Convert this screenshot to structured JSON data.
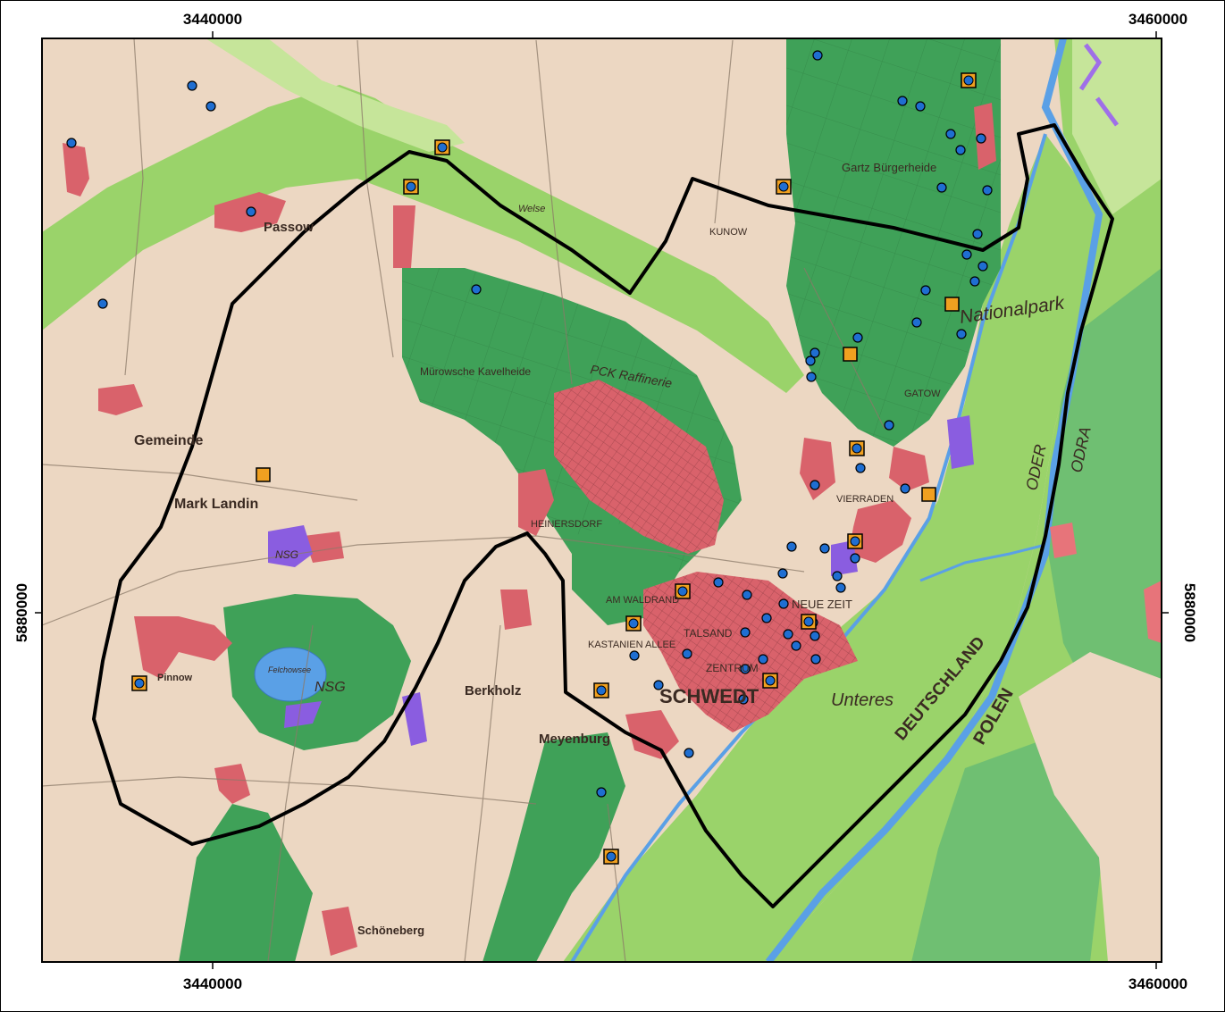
{
  "map": {
    "coordinates": {
      "top_left": "3440000",
      "top_right": "3460000",
      "bottom_left": "3440000",
      "bottom_right": "3460000",
      "left": "5880000",
      "right": "5880000"
    },
    "labels": {
      "national_park": "Nationalpark",
      "poland": "POLEN",
      "germany": "DEUTSCHLAND",
      "oder": "ODER",
      "odra": "ODRA",
      "schwedt": "SCHWEDT",
      "unteres": "Unteres",
      "pck": "PCK Raffinerie",
      "passow": "Passow",
      "gemeinde": "Gemeinde",
      "mark_landin": "Mark Landin",
      "berkholz": "Berkholz",
      "meyenburg": "Meyenburg",
      "nsg1": "NSG",
      "nsg2": "NSG",
      "schoneberg": "Schöneberg",
      "gartz": "Gartz Bürgerheide",
      "kunow": "KUNOW",
      "gatow": "GATOW",
      "vierraden": "VIERRADEN",
      "neue_zeit": "NEUE ZEIT",
      "am_waldrand": "AM WALDRAND",
      "zentrum": "ZENTRUM",
      "talsand": "TALSAND",
      "kastanien": "KASTANIEN ALLEE",
      "heinersdorf": "HEINERSDORF",
      "pinnow": "Pinnow",
      "felchowsee": "Felchowsee",
      "welse": "Welse",
      "murower": "Mürowsche Kavelheide"
    },
    "colors": {
      "background": "#ecd7c2",
      "settlement": "#d9626b",
      "forest": "#3fa158",
      "grassland": "#9ad36a",
      "light_green": "#c6e59a",
      "water": "#5aa0e6",
      "nature_reserve": "#8a5de0",
      "boundary": "#000000",
      "point": "#1f6ed1",
      "square": "#f0a020"
    },
    "legend_symbols": {
      "circle": "blue-circle-marker",
      "square": "orange-square-marker",
      "square_circle": "orange-square-with-blue-circle"
    }
  }
}
